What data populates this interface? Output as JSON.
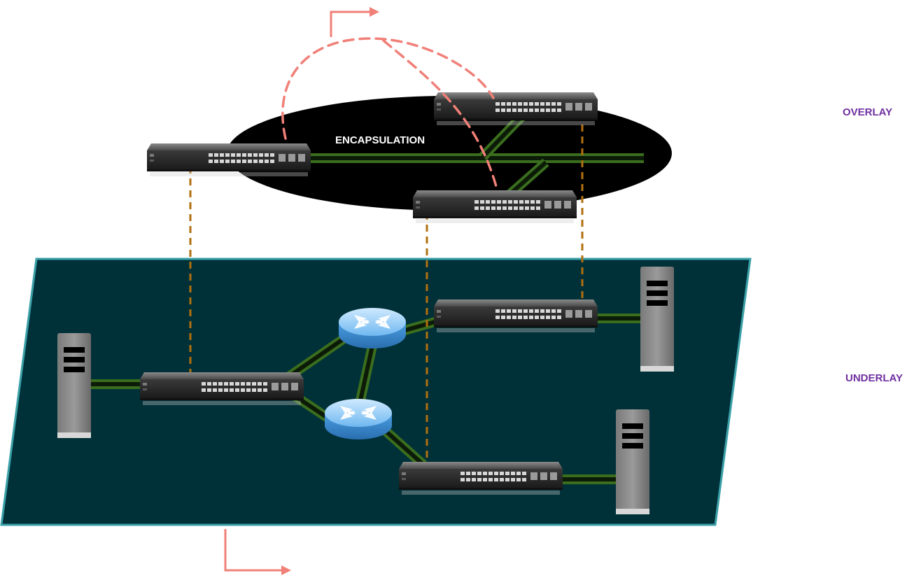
{
  "labels": {
    "overlay": "OVERLAY",
    "underlay": "UNDERLAY",
    "encapsulation": "ENCAPSULATION"
  },
  "colors": {
    "underlay_fill": "#003038",
    "underlay_border": "#3aa0a8",
    "overlay_fill": "#000000",
    "link_green": "#3a6e1e",
    "link_core": "#0c1a08",
    "drop_line": "#b07010",
    "flow_arrow": "#f08078",
    "label_purple": "#7030a0"
  },
  "icons": {
    "switch": "network-switch-icon",
    "router": "router-icon",
    "server": "server-icon",
    "arrow": "bent-arrow-icon"
  }
}
